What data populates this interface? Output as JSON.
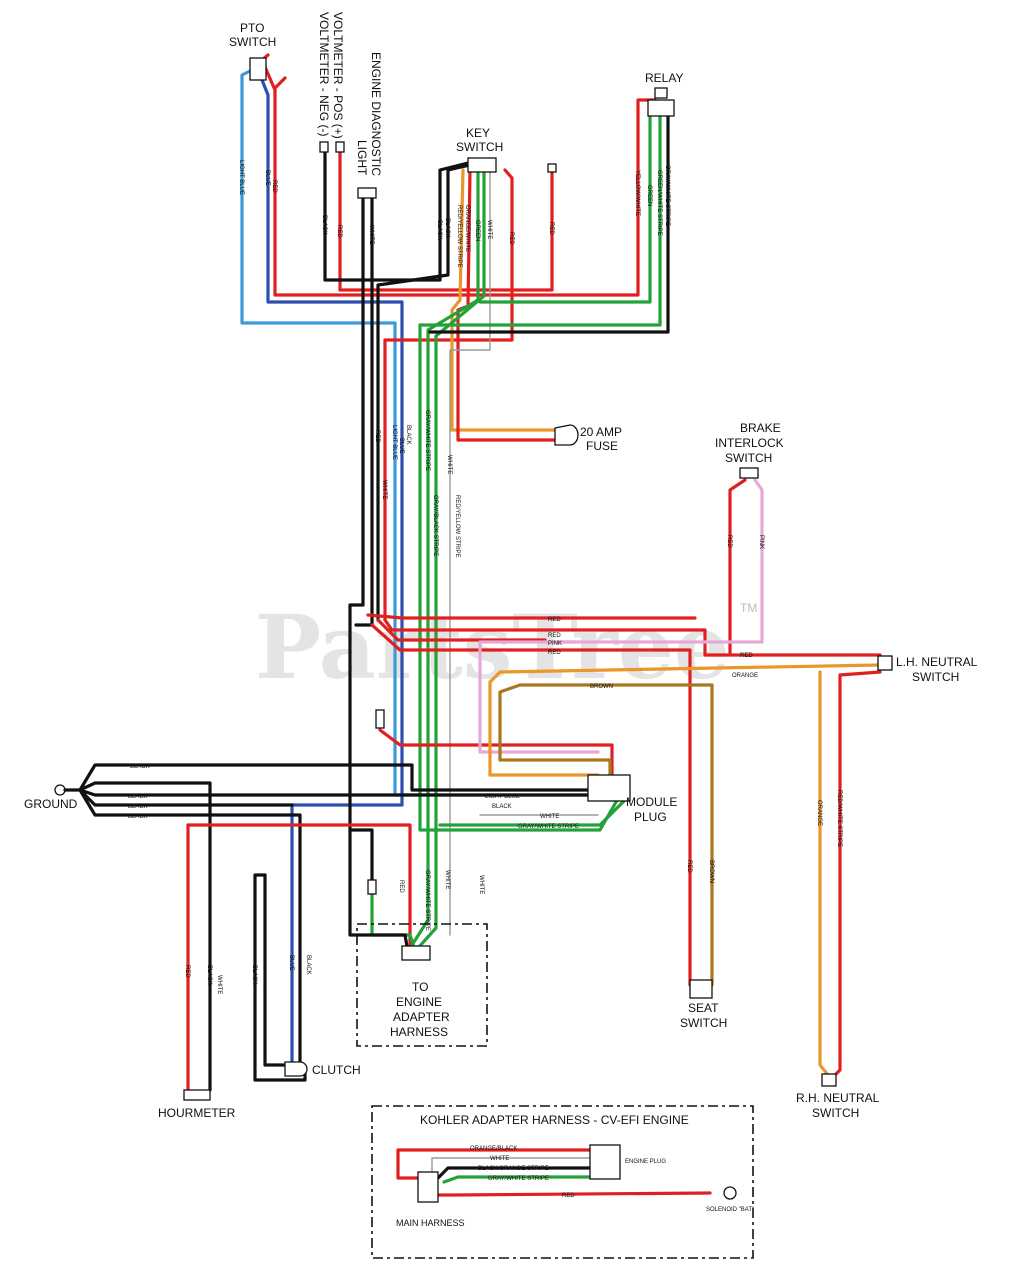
{
  "watermark": {
    "text": "PartsTree",
    "tm": "TM"
  },
  "components": {
    "pto_switch": [
      "PTO",
      "SWITCH"
    ],
    "voltmeter_pos": "VOLTMETER - POS (+)",
    "voltmeter_neg": "VOLTMETER - NEG (-)",
    "engine_diag": [
      "ENGINE DIAGNOSTIC",
      "LIGHT"
    ],
    "key_switch": [
      "KEY",
      "SWITCH"
    ],
    "relay": "RELAY",
    "fuse": [
      "20 AMP",
      "FUSE"
    ],
    "brake_switch": [
      "BRAKE",
      "INTERLOCK",
      "SWITCH"
    ],
    "lh_neutral": [
      "L.H. NEUTRAL",
      "SWITCH"
    ],
    "rh_neutral": [
      "R.H. NEUTRAL",
      "SWITCH"
    ],
    "ground": "GROUND",
    "module_plug": [
      "MODULE",
      "PLUG"
    ],
    "seat_switch": [
      "SEAT",
      "SWITCH"
    ],
    "engine_adapter": [
      "TO",
      "ENGINE",
      "ADAPTER",
      "HARNESS"
    ],
    "clutch": "CLUTCH",
    "hourmeter": "HOURMETER"
  },
  "kohler_box": {
    "title": "KOHLER ADAPTER HARNESS - CV-EFI ENGINE",
    "main_harness": "MAIN HARNESS",
    "solenoid": "SOLENOID \"BAT\"",
    "engine_plug": "ENGINE PLUG",
    "wires": [
      "ORANGE/BLACK",
      "WHITE",
      "BLACK/ORANGE STRIPE",
      "GRAY/WHITE STRIPE",
      "RED"
    ]
  },
  "wire_labels": {
    "light_blue": "LIGHT BLUE",
    "blue": "BLUE",
    "red": "RED",
    "black": "BLACK",
    "white": "WHITE",
    "green": "GREEN",
    "orange": "ORANGE",
    "pink": "PINK",
    "brown": "BROWN",
    "yellow_white": "YELLOW/WHITE",
    "orange_white": "ORANGE/WHITE",
    "green_white": "GREEN/WHITE",
    "orange_black": "ORANGE/BLACK",
    "gray_white_stripe": "GRAY/WHITE STRIPE",
    "gray_black_stripe": "GRAY/BLACK STRIPE",
    "red_yellow_stripe": "RED/YELLOW STRIPE",
    "red_white_stripe": "RED/WHITE STRIPE",
    "green_white_stripe": "GREEN/WHITE STRIPE"
  },
  "colors": {
    "red": "#e02020",
    "black": "#111111",
    "blue": "#2c4fb0",
    "light_blue": "#3a9ad9",
    "green": "#24a23a",
    "orange": "#e9962a",
    "pink": "#e6a9d6",
    "brown": "#a9771d"
  }
}
